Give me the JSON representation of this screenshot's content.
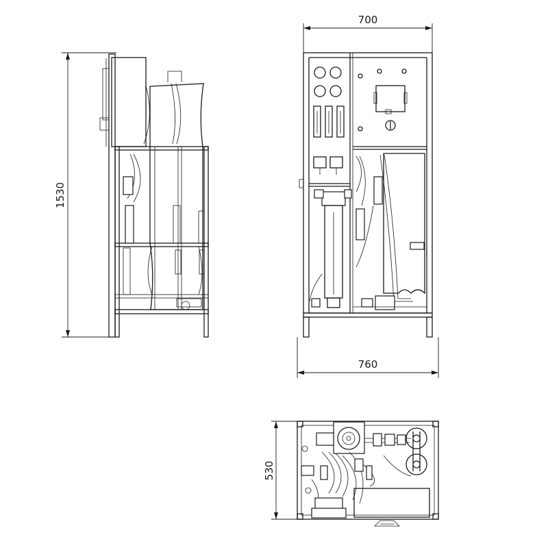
{
  "dimensions": {
    "front_top_width": "700",
    "front_bottom_width": "760",
    "side_height": "1530",
    "top_depth": "530"
  },
  "colors": {
    "line": "#1a1a1a",
    "background": "#ffffff"
  }
}
